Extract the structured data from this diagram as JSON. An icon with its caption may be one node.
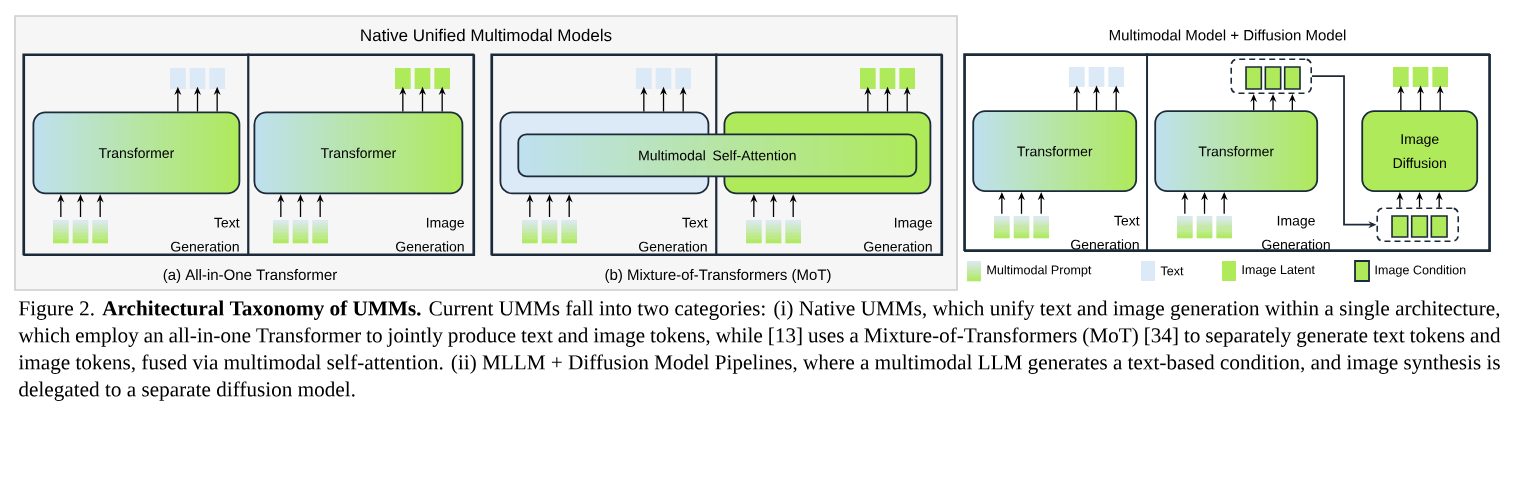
{
  "diagram": {
    "caption": "Figure 2. **Architectural Taxonomy of UMMs.** Current UMMs fall into two categories: (i) Native UMMs, which unify text and image generation within a single architecture, which employ an all-in-one Transformer to jointly produce text and image tokens, while [13] uses a Mixture-of-Transformers (MoT) [34] to separately generate text tokens and image tokens, fused via multimodal self-attention. (ii) MLLM + Diffusion Model Pipelines, where a multimodal LLM generates a text-based condition, and image synthesis is delegated to a separate diffusion model.",
    "nodes": [
      {
        "text": [
          "Native Unified Multimodal Models"
        ]
      },
      {
        "text": [
          "(a) All-in-One Transformer"
        ],
        "in": 0
      },
      {
        "text": [
          "Text Generation"
        ],
        "in": 1
      },
      {
        "text": [],
        "shape": "box",
        "in": 2
      },
      {
        "text": [
          "Transformer"
        ],
        "in": 2
      },
      {
        "text": [],
        "shape": "box",
        "in": 2
      },
      {
        "text": [
          "Image Generation"
        ],
        "in": 1
      },
      {
        "text": [],
        "shape": "box",
        "in": 6
      },
      {
        "text": [
          "Transformer"
        ],
        "in": 6
      },
      {
        "text": [],
        "shape": "box",
        "in": 6
      },
      {
        "text": [
          "(b) Mixture-of-Transformers (MoT)"
        ],
        "in": 0
      },
      {
        "text": [
          "Text Generation"
        ],
        "in": 10
      },
      {
        "text": [],
        "shape": "box",
        "in": 11
      },
      {
        "text": [],
        "shape": "box",
        "in": 11
      },
      {
        "text": [],
        "shape": "box",
        "in": 11
      },
      {
        "text": [
          "Image Generation"
        ],
        "in": 10
      },
      {
        "text": [],
        "shape": "box",
        "in": 15
      },
      {
        "text": [],
        "shape": "box",
        "in": 15
      },
      {
        "text": [],
        "shape": "box",
        "in": 15
      },
      {
        "text": [
          "Multimodal Self-Attention"
        ],
        "in": 10
      },
      {
        "text": [
          "Multimodal Model + Diffusion Model"
        ]
      },
      {
        "text": [
          "Text Generation"
        ],
        "in": 20
      },
      {
        "text": [],
        "shape": "box",
        "in": 21
      },
      {
        "text": [
          "Transformer"
        ],
        "in": 21
      },
      {
        "text": [],
        "shape": "box",
        "in": 21
      },
      {
        "text": [
          "Image Generation"
        ],
        "in": 20
      },
      {
        "text": [],
        "shape": "box",
        "in": 25
      },
      {
        "text": [
          "Transformer"
        ],
        "in": 25
      },
      {
        "text": [],
        "shape": "box",
        "in": 25
      },
      {
        "text": [],
        "shape": "box",
        "in": 25
      },
      {
        "text": [
          "Image Diffusion"
        ],
        "in": 25
      },
      {
        "text": [],
        "shape": "box",
        "in": 25
      }
    ],
    "edges": [
      {
        "from": 5,
        "to": 4,
        "arrow": "to"
      },
      {
        "from": 5,
        "to": 4,
        "arrow": "to"
      },
      {
        "from": 5,
        "to": 4,
        "arrow": "to"
      },
      {
        "from": 4,
        "to": 3,
        "arrow": "to"
      },
      {
        "from": 4,
        "to": 3,
        "arrow": "to"
      },
      {
        "from": 4,
        "to": 3,
        "arrow": "to"
      },
      {
        "from": 9,
        "to": 8,
        "arrow": "to"
      },
      {
        "from": 9,
        "to": 8,
        "arrow": "to"
      },
      {
        "from": 9,
        "to": 8,
        "arrow": "to"
      },
      {
        "from": 8,
        "to": 7,
        "arrow": "to"
      },
      {
        "from": 8,
        "to": 7,
        "arrow": "to"
      },
      {
        "from": 8,
        "to": 7,
        "arrow": "to"
      },
      {
        "from": 14,
        "to": 13,
        "arrow": "to"
      },
      {
        "from": 14,
        "to": 13,
        "arrow": "to"
      },
      {
        "from": 14,
        "to": 13,
        "arrow": "to"
      },
      {
        "from": 13,
        "to": 12,
        "arrow": "to"
      },
      {
        "from": 13,
        "to": 12,
        "arrow": "to"
      },
      {
        "from": 13,
        "to": 12,
        "arrow": "to"
      },
      {
        "from": 18,
        "to": 17,
        "arrow": "to"
      },
      {
        "from": 18,
        "to": 17,
        "arrow": "to"
      },
      {
        "from": 18,
        "to": 17,
        "arrow": "to"
      },
      {
        "from": 17,
        "to": 16,
        "arrow": "to"
      },
      {
        "from": 17,
        "to": 16,
        "arrow": "to"
      },
      {
        "from": 17,
        "to": 16,
        "arrow": "to"
      },
      {
        "from": 24,
        "to": 23,
        "arrow": "to"
      },
      {
        "from": 24,
        "to": 23,
        "arrow": "to"
      },
      {
        "from": 24,
        "to": 23,
        "arrow": "to"
      },
      {
        "from": 23,
        "to": 22,
        "arrow": "to"
      },
      {
        "from": 23,
        "to": 22,
        "arrow": "to"
      },
      {
        "from": 23,
        "to": 22,
        "arrow": "to"
      },
      {
        "from": 28,
        "to": 27,
        "arrow": "to"
      },
      {
        "from": 28,
        "to": 27,
        "arrow": "to"
      },
      {
        "from": 28,
        "to": 27,
        "arrow": "to"
      },
      {
        "from": 27,
        "to": 26,
        "arrow": "to"
      },
      {
        "from": 27,
        "to": 26,
        "arrow": "to"
      },
      {
        "from": 27,
        "to": 26,
        "arrow": "to"
      },
      {
        "from": 26,
        "to": 31,
        "arrow": "to"
      },
      {
        "from": 31,
        "to": 30,
        "arrow": "to"
      },
      {
        "from": 31,
        "to": 30,
        "arrow": "to"
      },
      {
        "from": 31,
        "to": 30,
        "arrow": "to"
      },
      {
        "from": 30,
        "to": 29,
        "arrow": "to"
      },
      {
        "from": 30,
        "to": 29,
        "arrow": "to"
      },
      {
        "from": 30,
        "to": 29,
        "arrow": "to"
      }
    ],
    "legend": [
      {
        "text": "Multimodal Prompt"
      },
      {
        "text": "Text",
        "color": "#dce9f7"
      },
      {
        "text": "Image Latent",
        "color": "#aeea5a"
      },
      {
        "text": "Image Condition"
      }
    ]
  }
}
